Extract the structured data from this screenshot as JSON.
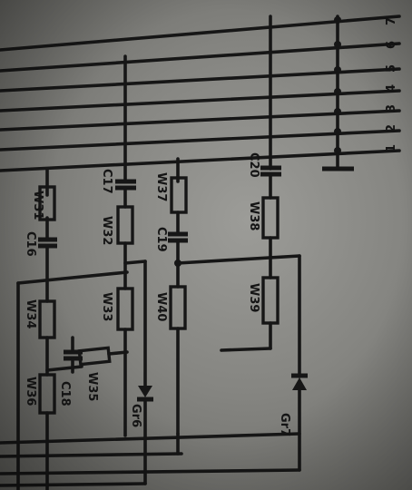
{
  "schematic": {
    "terminal_labels": [
      "1",
      "2",
      "3",
      "4",
      "5",
      "6",
      "7"
    ],
    "components": [
      {
        "id": "W31",
        "label": "W31"
      },
      {
        "id": "C16",
        "label": "C16"
      },
      {
        "id": "W34",
        "label": "W34"
      },
      {
        "id": "W36",
        "label": "W36"
      },
      {
        "id": "C18",
        "label": "C18"
      },
      {
        "id": "W35",
        "label": "W35"
      },
      {
        "id": "C17",
        "label": "C17"
      },
      {
        "id": "W32",
        "label": "W32"
      },
      {
        "id": "W33",
        "label": "W33"
      },
      {
        "id": "Gr6",
        "label": "Gr6"
      },
      {
        "id": "W37",
        "label": "W37"
      },
      {
        "id": "C19",
        "label": "C19"
      },
      {
        "id": "W40",
        "label": "W40"
      },
      {
        "id": "C20",
        "label": "C20"
      },
      {
        "id": "W38",
        "label": "W38"
      },
      {
        "id": "W39",
        "label": "W39"
      },
      {
        "id": "Gr7",
        "label": "Gr7"
      }
    ]
  }
}
